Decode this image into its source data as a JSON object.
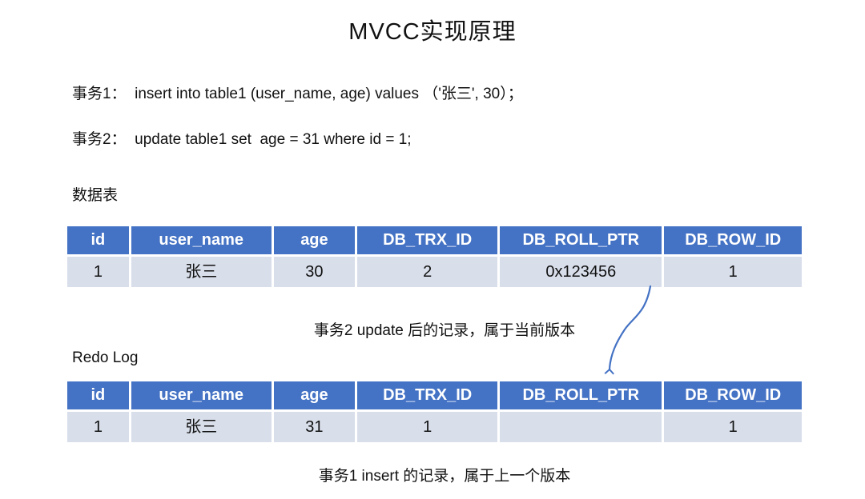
{
  "title": "MVCC实现原理",
  "statements": {
    "transaction1": "事务1：  insert into table1 (user_name, age) values （'张三', 30）；",
    "transaction2": "事务2：  update table1 set  age = 31 where id = 1;"
  },
  "labels": {
    "data_table": "数据表",
    "redo_log": "Redo Log"
  },
  "tables": {
    "data_table": {
      "headers": [
        "id",
        "user_name",
        "age",
        "DB_TRX_ID",
        "DB_ROLL_PTR",
        "DB_ROW_ID"
      ],
      "rows": [
        [
          "1",
          "张三",
          "30",
          "2",
          "0x123456",
          "1"
        ]
      ]
    },
    "redo_log": {
      "headers": [
        "id",
        "user_name",
        "age",
        "DB_TRX_ID",
        "DB_ROLL_PTR",
        "DB_ROW_ID"
      ],
      "rows": [
        [
          "1",
          "张三",
          "31",
          "1",
          "",
          "1"
        ]
      ]
    }
  },
  "annotations": {
    "current_version": "事务2 update 后的记录，属于当前版本",
    "previous_version": "事务1 insert 的记录，属于上一个版本"
  },
  "colors": {
    "table_header_bg": "#4472C4",
    "table_header_text": "#FFFFFF",
    "table_row_bg": "#D8DEEA",
    "arrow": "#4472C4",
    "background": "#FFFFFF"
  }
}
